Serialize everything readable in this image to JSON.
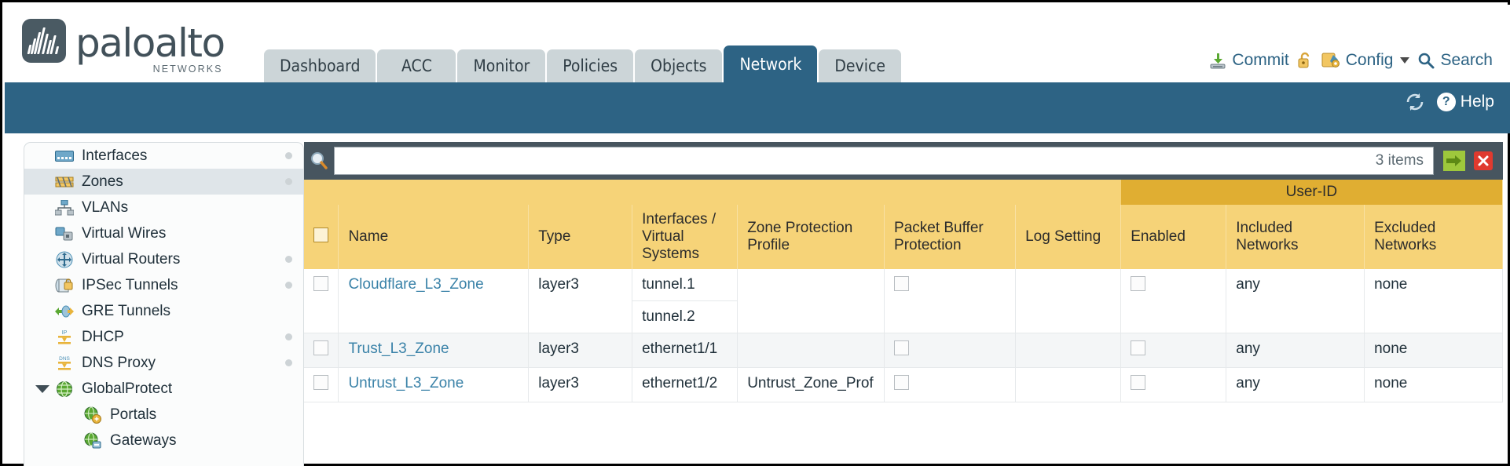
{
  "brand": {
    "word": "paloalto",
    "sub": "NETWORKS",
    "registered": "®"
  },
  "nav_tabs": [
    {
      "label": "Dashboard",
      "active": false
    },
    {
      "label": "ACC",
      "active": false
    },
    {
      "label": "Monitor",
      "active": false
    },
    {
      "label": "Policies",
      "active": false
    },
    {
      "label": "Objects",
      "active": false
    },
    {
      "label": "Network",
      "active": true
    },
    {
      "label": "Device",
      "active": false
    }
  ],
  "topright": {
    "commit": "Commit",
    "config": "Config",
    "search": "Search",
    "commit_icon": "commit-download-icon",
    "lock_icon": "unlocked-padlock-icon",
    "config_icon": "config-wrench-icon",
    "search_icon": "magnifier-icon"
  },
  "band": {
    "refresh_icon": "refresh-icon",
    "help": "Help",
    "help_icon": "help-question-icon"
  },
  "sidebar": {
    "items": [
      {
        "label": "Interfaces",
        "icon": "interfaces-icon",
        "selected": false,
        "dot": true,
        "child": false,
        "twisty": false
      },
      {
        "label": "Zones",
        "icon": "zones-icon",
        "selected": true,
        "dot": true,
        "child": false,
        "twisty": false
      },
      {
        "label": "VLANs",
        "icon": "vlans-icon",
        "selected": false,
        "dot": false,
        "child": false,
        "twisty": false
      },
      {
        "label": "Virtual Wires",
        "icon": "virtual-wires-icon",
        "selected": false,
        "dot": false,
        "child": false,
        "twisty": false
      },
      {
        "label": "Virtual Routers",
        "icon": "virtual-routers-icon",
        "selected": false,
        "dot": true,
        "child": false,
        "twisty": false
      },
      {
        "label": "IPSec Tunnels",
        "icon": "ipsec-tunnels-icon",
        "selected": false,
        "dot": true,
        "child": false,
        "twisty": false
      },
      {
        "label": "GRE Tunnels",
        "icon": "gre-tunnels-icon",
        "selected": false,
        "dot": false,
        "child": false,
        "twisty": false
      },
      {
        "label": "DHCP",
        "icon": "dhcp-icon",
        "selected": false,
        "dot": true,
        "child": false,
        "twisty": false
      },
      {
        "label": "DNS Proxy",
        "icon": "dns-proxy-icon",
        "selected": false,
        "dot": true,
        "child": false,
        "twisty": false
      },
      {
        "label": "GlobalProtect",
        "icon": "globalprotect-icon",
        "selected": false,
        "dot": false,
        "child": false,
        "twisty": true
      },
      {
        "label": "Portals",
        "icon": "portals-icon",
        "selected": false,
        "dot": false,
        "child": true,
        "twisty": false
      },
      {
        "label": "Gateways",
        "icon": "gateways-icon",
        "selected": false,
        "dot": false,
        "child": true,
        "twisty": false
      }
    ]
  },
  "search": {
    "value": "",
    "placeholder": "",
    "items_count": "3 items",
    "go_icon": "go-arrow-icon",
    "clear_icon": "clear-x-icon"
  },
  "table": {
    "group_header": {
      "label": "User-ID",
      "span": 3
    },
    "columns": [
      "Name",
      "Type",
      "Interfaces / Virtual Systems",
      "Zone Protection Profile",
      "Packet Buffer Protection",
      "Log Setting",
      "Enabled",
      "Included Networks",
      "Excluded Networks"
    ],
    "rows": [
      {
        "name": "Cloudflare_L3_Zone",
        "type": "layer3",
        "interfaces": [
          "tunnel.1",
          "tunnel.2"
        ],
        "zone_protection_profile": "",
        "packet_buffer_protection": false,
        "log_setting": "",
        "userid_enabled": false,
        "included_networks": "any",
        "excluded_networks": "none"
      },
      {
        "name": "Trust_L3_Zone",
        "type": "layer3",
        "interfaces": [
          "ethernet1/1"
        ],
        "zone_protection_profile": "",
        "packet_buffer_protection": false,
        "log_setting": "",
        "userid_enabled": false,
        "included_networks": "any",
        "excluded_networks": "none"
      },
      {
        "name": "Untrust_L3_Zone",
        "type": "layer3",
        "interfaces": [
          "ethernet1/2"
        ],
        "zone_protection_profile": "Untrust_Zone_Prof",
        "packet_buffer_protection": false,
        "log_setting": "",
        "userid_enabled": false,
        "included_networks": "any",
        "excluded_networks": "none"
      }
    ]
  },
  "colors": {
    "accent": "#2d6384",
    "header_yellow": "#f6d378",
    "group_yellow": "#e0ae32",
    "link": "#3a82a8"
  }
}
